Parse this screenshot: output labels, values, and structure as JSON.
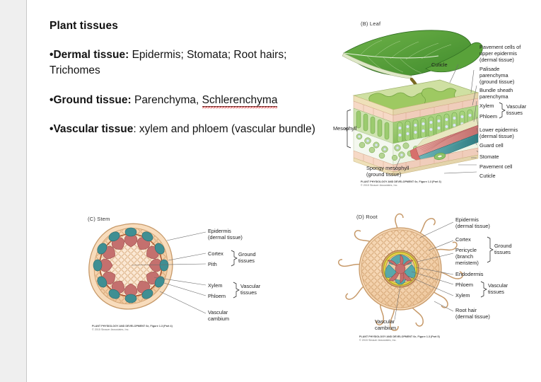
{
  "slide": {
    "title": "Plant tissues",
    "bullets": [
      {
        "marker": "•",
        "lead": "Dermal tissue:",
        "rest": " Epidermis; Stomata; Root hairs; Trichomes"
      },
      {
        "marker": "•",
        "lead": "Ground tissue:",
        "rest_pre": " Parenchyma, ",
        "misspelled": "Schlerenchyma"
      },
      {
        "marker": "•",
        "lead": "Vascular tissue",
        "rest": ": xylem and phloem (vascular bundle)"
      }
    ]
  },
  "figures": {
    "leaf": {
      "tag": "(B)  Leaf",
      "credit_line1": "PLANT PHYSIOLOGY AND DEVELOPMENT 6e, Figure 1.3 (Part 3)",
      "credit_line2": "© 2015 Sinauer Associates, Inc.",
      "labels": {
        "cuticle_top": "Cuticle",
        "pavement_upper": "Pavement cells of\nupper epidermis\n(dermal tissue)",
        "palisade": "Palisade\nparenchyma\n(ground tissue)",
        "bundle_sheath": "Bundle sheath\nparenchyma",
        "xylem": "Xylem",
        "phloem": "Phloem",
        "vascular_tissues": "Vascular\ntissues",
        "lower_epidermis": "Lower epidermis\n(dermal tissue)",
        "guard_cell": "Guard cell",
        "stomate": "Stomate",
        "pavement_cell": "Pavement cell",
        "cuticle_bottom": "Cuticle",
        "mesophyll": "Mesophyll",
        "spongy_mesophyll": "Spongy mesophyll\n(ground tissue)"
      }
    },
    "stem": {
      "tag": "(C)  Stem",
      "credit_line1": "PLANT PHYSIOLOGY AND DEVELOPMENT 6e, Figure 1.3 (Part 4)",
      "credit_line2": "© 2015 Sinauer Associates, Inc.",
      "labels": {
        "epidermis": "Epidermis\n(dermal tissue)",
        "cortex": "Cortex",
        "pith": "Pith",
        "ground_tissues": "Ground\ntissues",
        "xylem": "Xylem",
        "phloem": "Phloem",
        "vascular_tissues": "Vascular\ntissues",
        "vascular_cambium": "Vascular\ncambium"
      }
    },
    "root": {
      "tag": "(D)  Root",
      "credit_line1": "PLANT PHYSIOLOGY AND DEVELOPMENT 6e, Figure 1.3 (Part 5)",
      "credit_line2": "© 2015 Sinauer Associates, Inc.",
      "labels": {
        "epidermis": "Epidermis\n(dermal tissue)",
        "cortex": "Cortex",
        "pericycle": "Pericycle\n(branch\nmeristem)",
        "ground_tissues": "Ground\ntissues",
        "endodermis": "Endodermis",
        "phloem": "Phloem",
        "xylem": "Xylem",
        "vascular_tissues": "Vascular\ntissues",
        "root_hair": "Root hair\n(dermal tissue)",
        "vascular_cambium": "Vascular\ncambium"
      }
    }
  },
  "colors": {
    "page_background": "#eeeeee",
    "slide_background": "#ffffff",
    "text": "#101010",
    "spellcheck_underline": "#d21b1b",
    "leader_line": "#6b6b6b",
    "cortex_tan": "#f3cda2",
    "cortex_tan_dark": "#d8a878",
    "xylem_red": "#c4706e",
    "phloem_teal": "#3f8f93",
    "cambium_brown": "#9c4f2e",
    "leaf_green": "#4f9c36",
    "palisade_green": "#8fc46a",
    "pericycle_yellow": "#e8d94a",
    "epidermis_pink": "#f0cdbd"
  }
}
